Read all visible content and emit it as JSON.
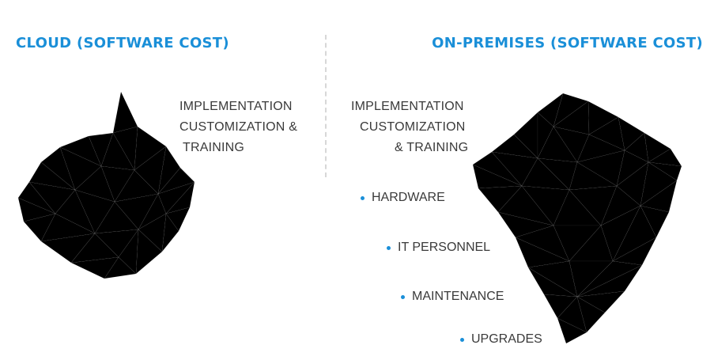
{
  "colors": {
    "accent": "#1a8fd8",
    "iceberg_facets": [
      "#a9587f",
      "#b86a92",
      "#c27aa1",
      "#9a4f78",
      "#8c6c8e",
      "#7e7f9e",
      "#6e5a82",
      "#5e3c62",
      "#cf8fb2",
      "#b77ca6",
      "#9b86a8"
    ]
  },
  "cloud": {
    "title": "CLOUD (SOFTWARE COST)",
    "lines": [
      "IMPLEMENTATION",
      "CUSTOMIZATION &",
      "TRAINING"
    ]
  },
  "onprem": {
    "title": "ON-PREMISES (SOFTWARE COST)",
    "lines": [
      "IMPLEMENTATION",
      "CUSTOMIZATION",
      "& TRAINING"
    ],
    "hidden_costs": [
      "HARDWARE",
      "IT PERSONNEL",
      "MAINTENANCE",
      "UPGRADES"
    ]
  }
}
